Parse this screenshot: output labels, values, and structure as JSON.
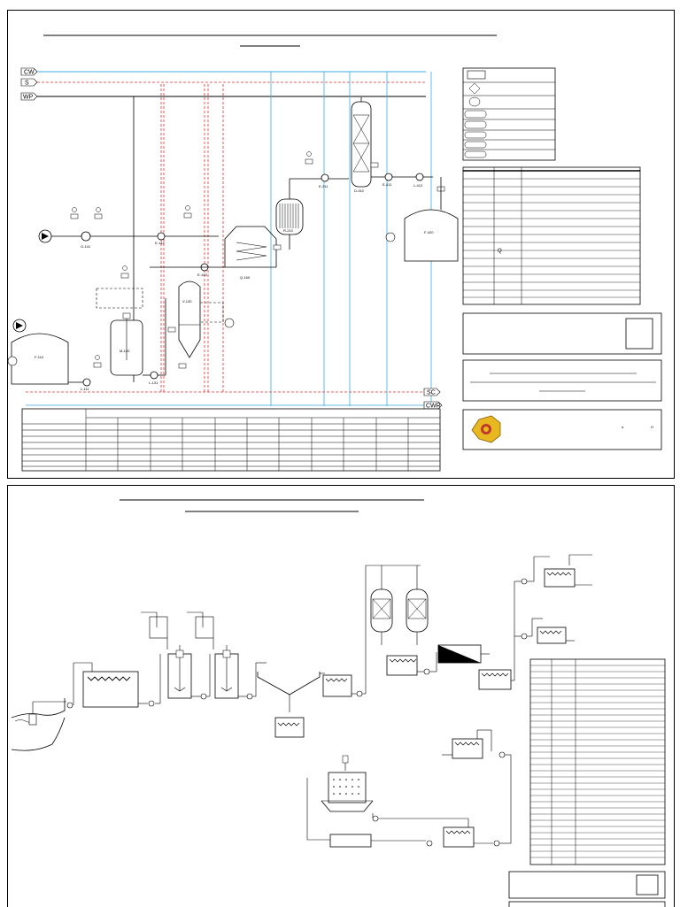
{
  "sheet1": {
    "utilities": {
      "cw": "CW",
      "s": "S",
      "wp": "WP",
      "sc": "SC",
      "cwr": "CWR"
    },
    "equipment": {
      "g141": "G-141",
      "e142": "E-142",
      "e143": "E-143",
      "q160": "Q-160",
      "r210": "R-210",
      "e311": "E-311",
      "d310": "D-310",
      "e411": "E-411",
      "l412": "L-412",
      "f420": "F-420",
      "f110": "F-110",
      "l111": "L-111",
      "m120": "M-120",
      "l131": "L-131",
      "v130": "V-130"
    },
    "table_cell_mark": "Q",
    "logo_marks": [
      "a",
      "H"
    ]
  },
  "colors": {
    "cw": "#3aaee0",
    "steam": "#e03030",
    "line": "#000000"
  }
}
